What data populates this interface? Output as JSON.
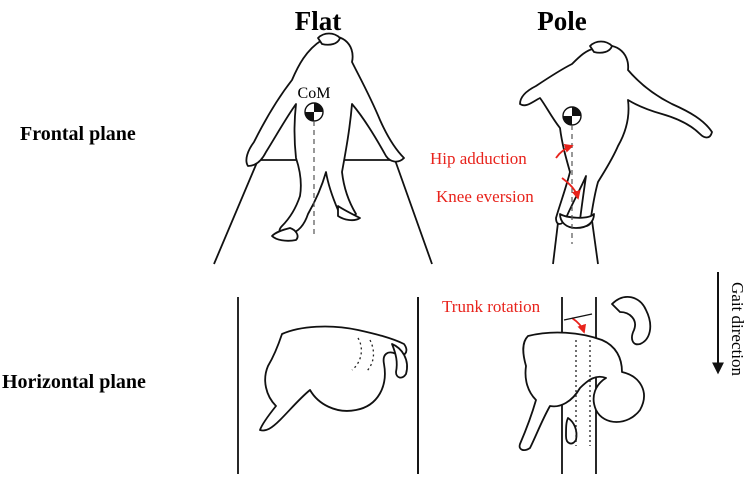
{
  "columns": {
    "flat": "Flat",
    "pole": "Pole"
  },
  "rows": {
    "frontal": "Frontal plane",
    "horizontal": "Horizontal plane"
  },
  "labels": {
    "com": "CoM",
    "hip_adduction": "Hip adduction",
    "knee_eversion": "Knee eversion",
    "trunk_rotation": "Trunk rotation",
    "gait_direction": "Gait direction"
  },
  "colors": {
    "annotation": "#e8231c",
    "ink": "#111111"
  }
}
